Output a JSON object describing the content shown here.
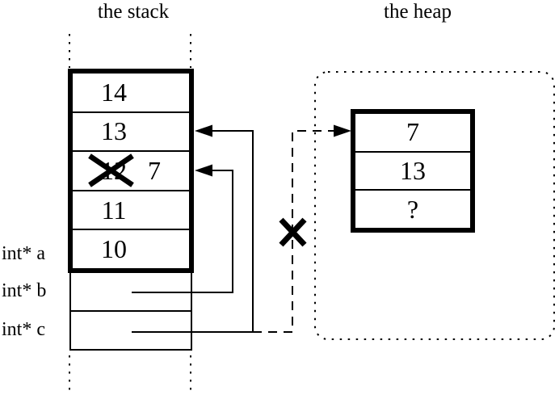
{
  "titles": {
    "stack": "the stack",
    "heap": "the heap"
  },
  "stack": {
    "rows": [
      {
        "value": "14"
      },
      {
        "value": "13"
      },
      {
        "old_value": "12",
        "new_value": "7",
        "crossed_out": true
      },
      {
        "value": "11"
      },
      {
        "value": "10"
      }
    ],
    "pointer_labels": {
      "a": "int* a",
      "b": "int* b",
      "c": "int* c"
    }
  },
  "heap": {
    "cells": [
      "7",
      "13",
      "?"
    ]
  },
  "colors": {
    "ink": "#000000",
    "paper": "#ffffff"
  }
}
